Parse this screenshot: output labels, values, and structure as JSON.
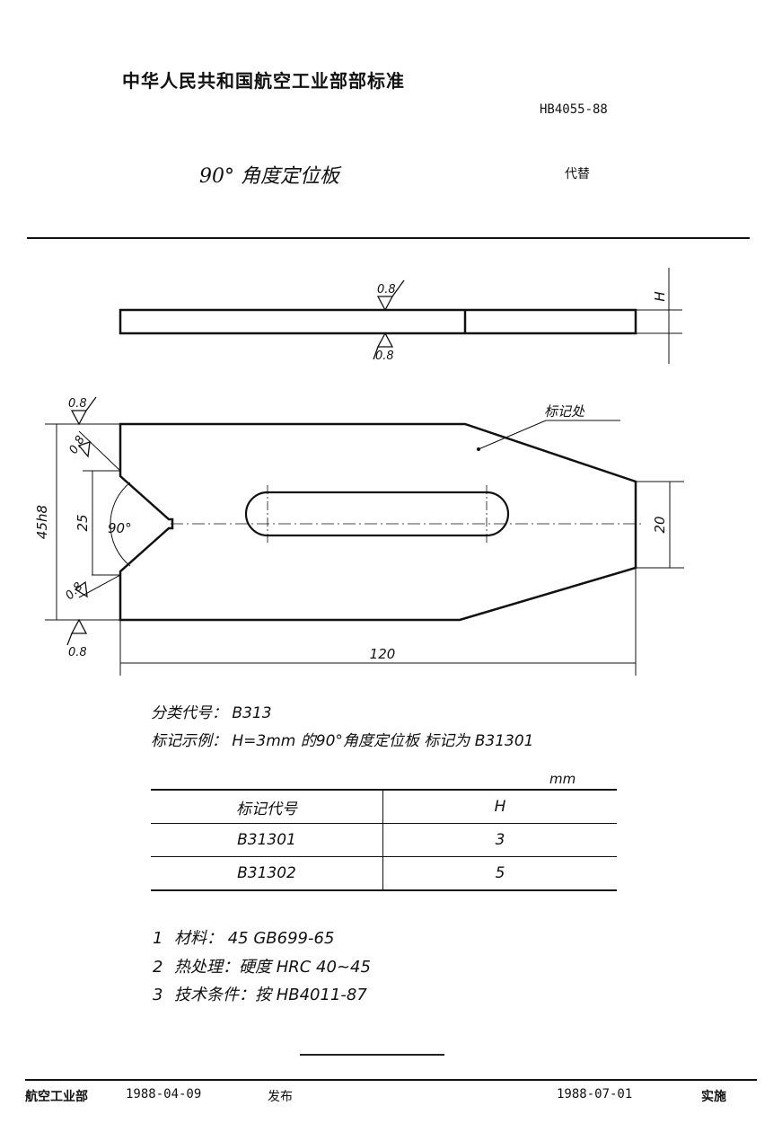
{
  "header": {
    "organization": "中华人民共和国航空工业部部标准",
    "standard_number": "HB4055-88",
    "title": "90° 角度定位板",
    "replaces_label": "代替"
  },
  "drawing": {
    "top_view": {
      "roughness_top": "0.8",
      "roughness_bottom": "0.8",
      "thickness_label": "H"
    },
    "main_view": {
      "roughness_left_top": "0.8",
      "roughness_chamfer_top": "0.8",
      "roughness_chamfer_bottom": "0.8",
      "roughness_left_bottom": "0.8",
      "overall_width_label": "45h8",
      "v_opening_label": "25",
      "angle_label": "90°",
      "tip_width_label": "20",
      "length_label": "120",
      "marking_location_label": "标记处"
    }
  },
  "info": {
    "classification": "分类代号： B313",
    "marking_example": "标记示例： H=3mm 的90°角度定位板  标记为 B31301"
  },
  "table": {
    "unit": "mm",
    "headers": [
      "标记代号",
      "H"
    ],
    "rows": [
      [
        "B31301",
        "3"
      ],
      [
        "B31302",
        "5"
      ]
    ]
  },
  "notes": [
    {
      "num": "1",
      "text": "材料： 45  GB699-65"
    },
    {
      "num": "2",
      "text": "热处理：硬度 HRC 40~45"
    },
    {
      "num": "3",
      "text": "技术条件：按 HB4011-87"
    }
  ],
  "footer": {
    "issuer": "航空工业部",
    "issue_date": "1988-04-09",
    "issued_label": "发布",
    "implementation_date": "1988-07-01",
    "implementation_label": "实施"
  }
}
